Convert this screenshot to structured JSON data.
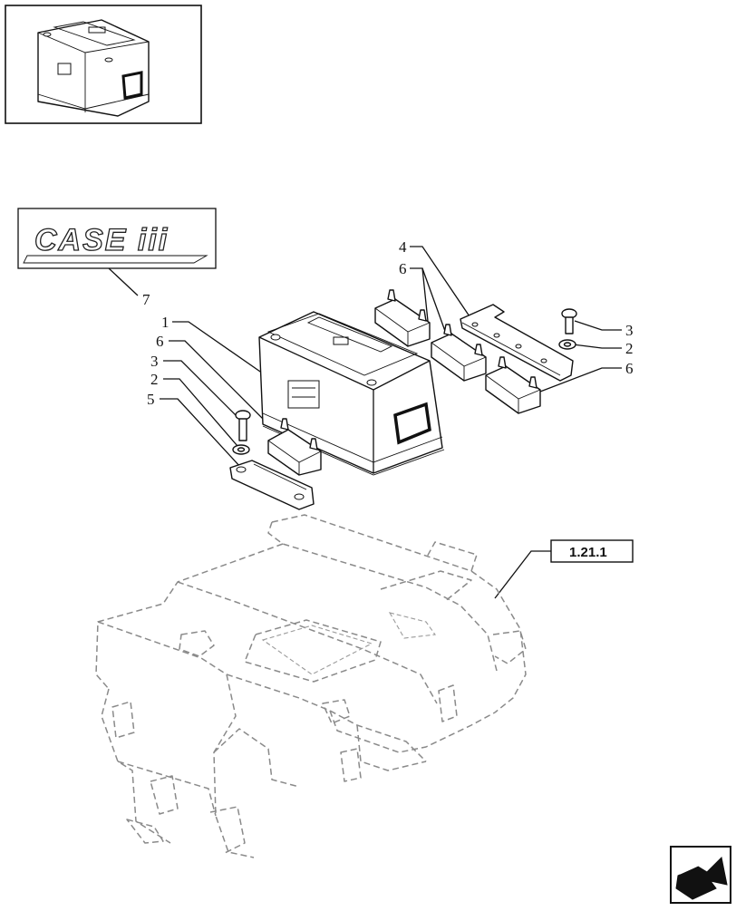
{
  "thumbnail": {
    "subject": "battery"
  },
  "logo": {
    "text": "CASE iii",
    "callout": "7"
  },
  "callouts": {
    "battery": "1",
    "washer_left": "2",
    "bolt_left": "3",
    "bracket_right": "4",
    "clamp_left": "5",
    "pad_left": "6",
    "pads_right": "6",
    "bolt_right": "3",
    "washer_right": "2",
    "pad_lower_right": "6"
  },
  "reference_box": {
    "label": "1.21.1"
  },
  "nav_button": {
    "icon": "next-page-arrow-icon"
  },
  "colors": {
    "line": "#111111",
    "dashed": "#8a8a8a",
    "background": "#ffffff"
  }
}
